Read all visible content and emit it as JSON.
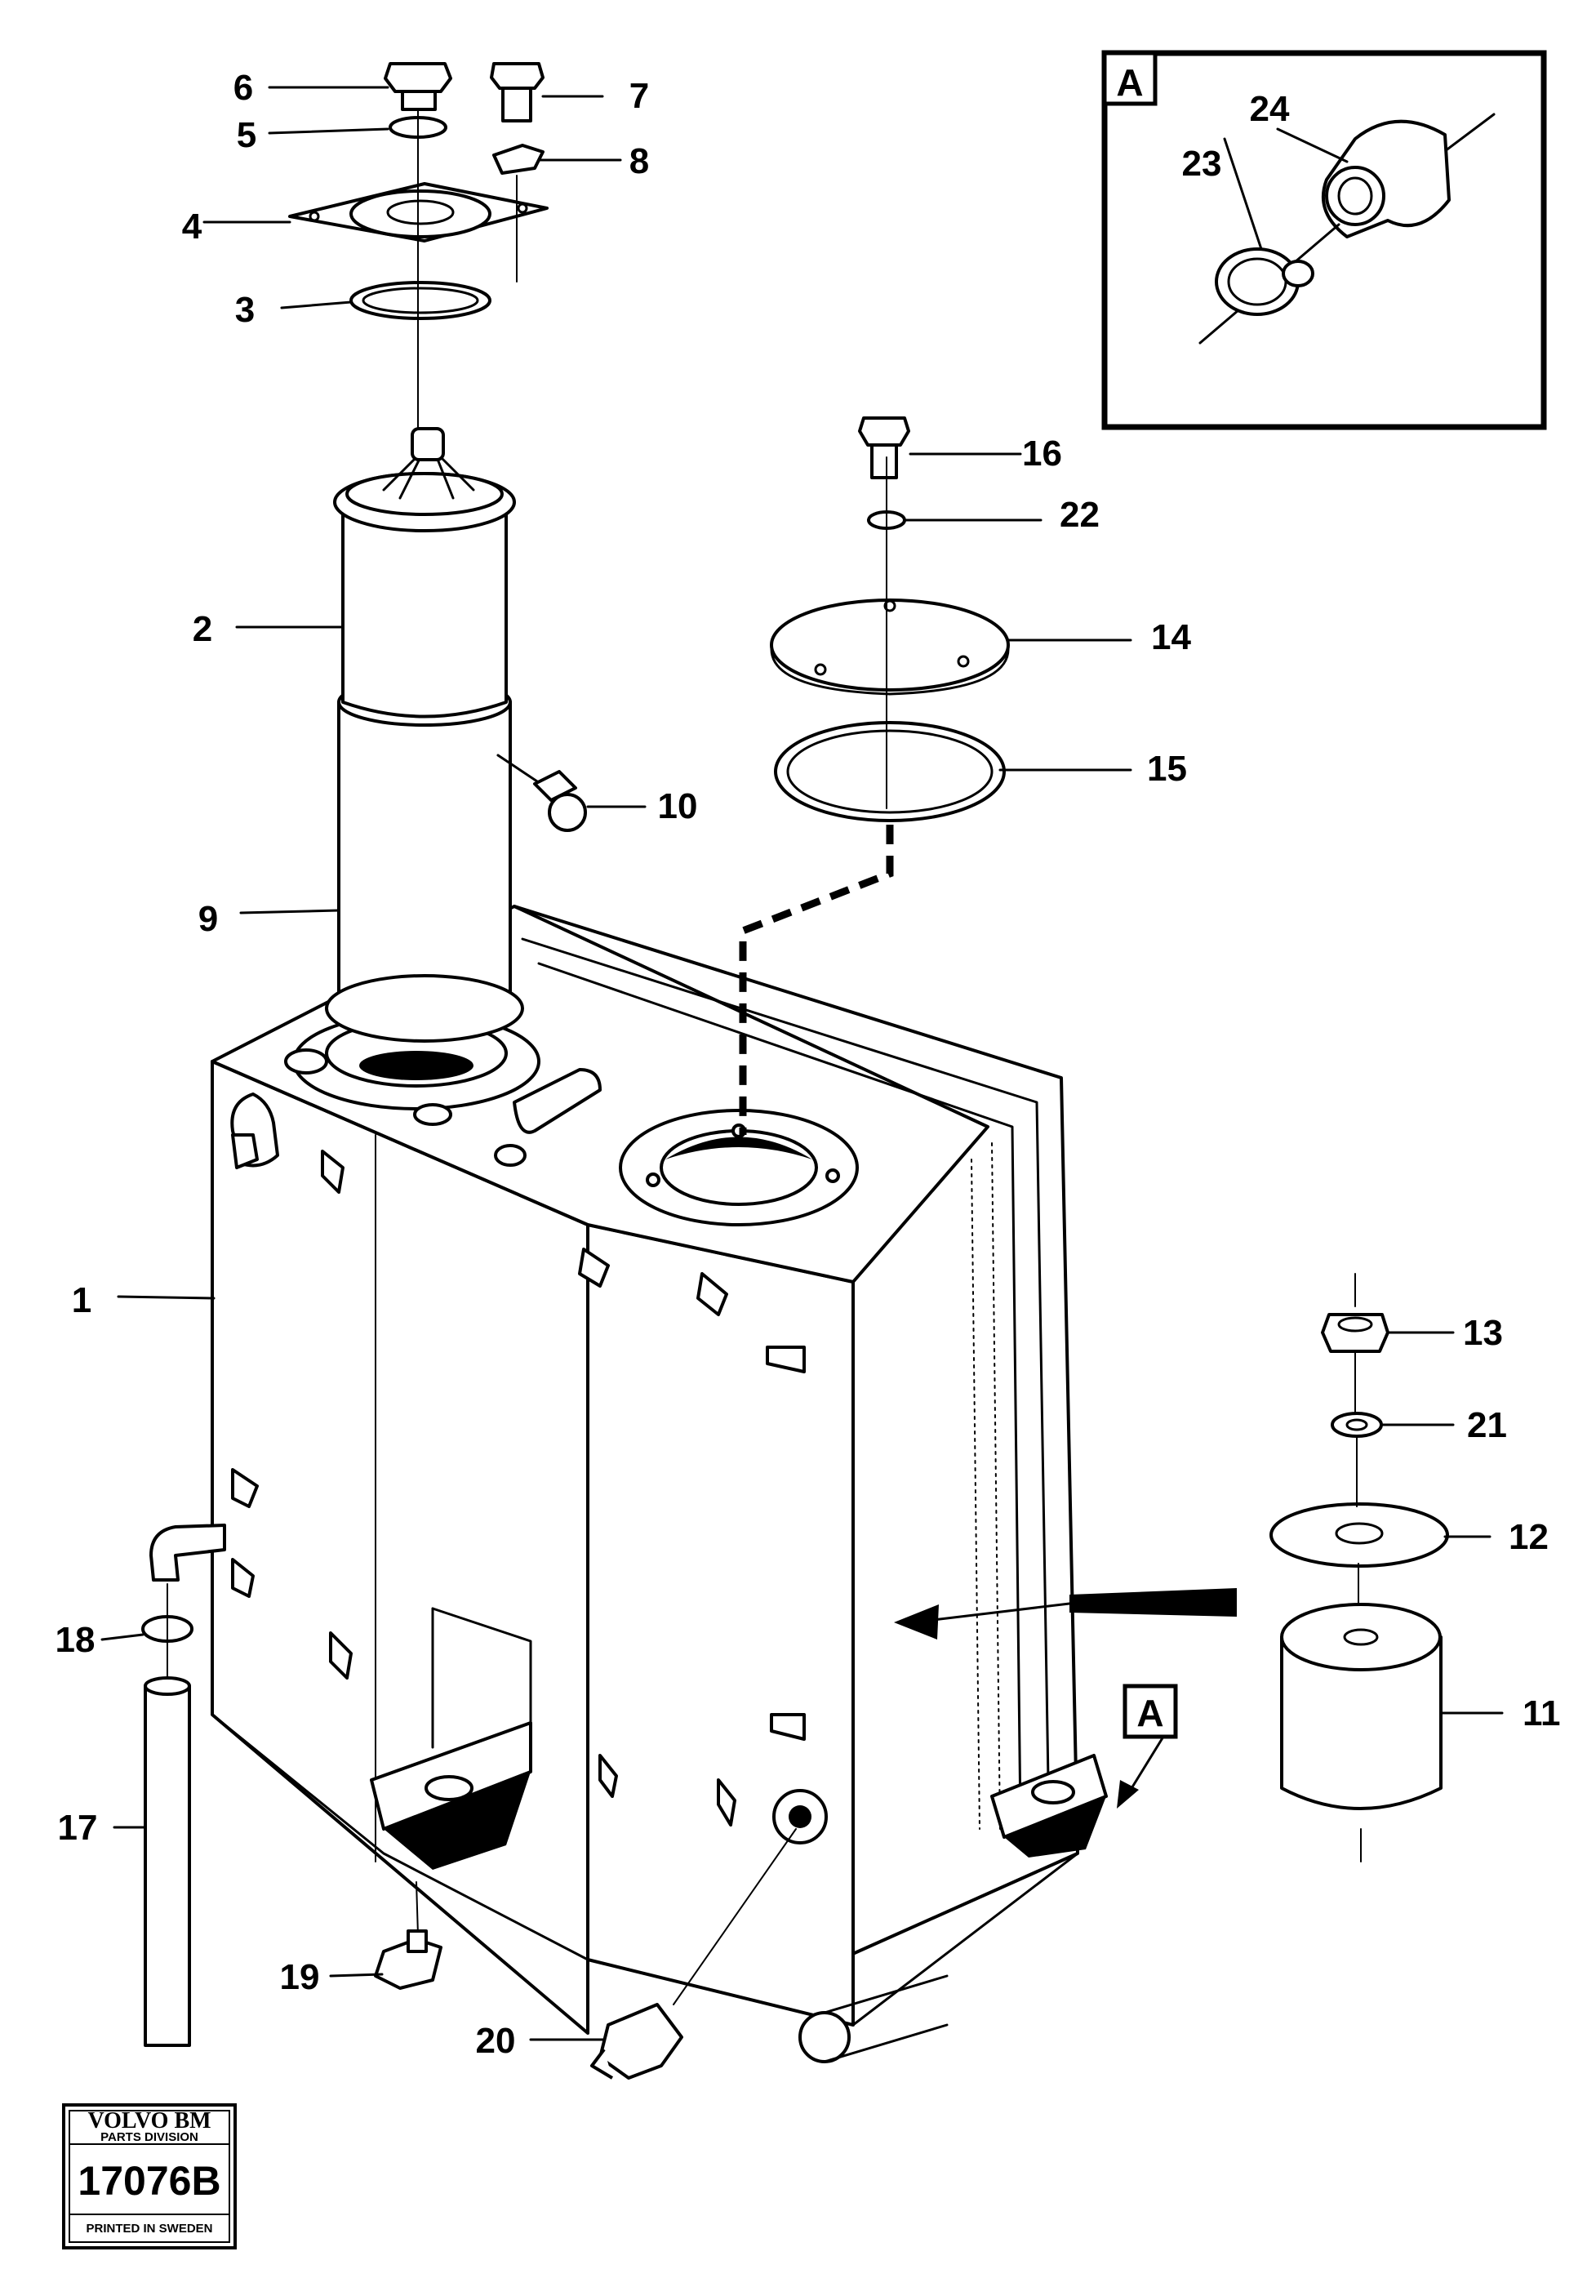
{
  "callouts": {
    "c1": "1",
    "c2": "2",
    "c3": "3",
    "c4": "4",
    "c5": "5",
    "c6": "6",
    "c7": "7",
    "c8": "8",
    "c9": "9",
    "c10": "10",
    "c11": "11",
    "c12": "12",
    "c13": "13",
    "c14": "14",
    "c15": "15",
    "c16": "16",
    "c17": "17",
    "c18": "18",
    "c19": "19",
    "c20": "20",
    "c21": "21",
    "c22": "22",
    "c23": "23",
    "c24": "24"
  },
  "detail_view": {
    "label": "A"
  },
  "view_marker": {
    "label": "A"
  },
  "logo": {
    "brand": "VOLVO BM",
    "division": "PARTS DIVISION",
    "drawing_number": "17076B",
    "printed": "PRINTED IN SWEDEN"
  }
}
